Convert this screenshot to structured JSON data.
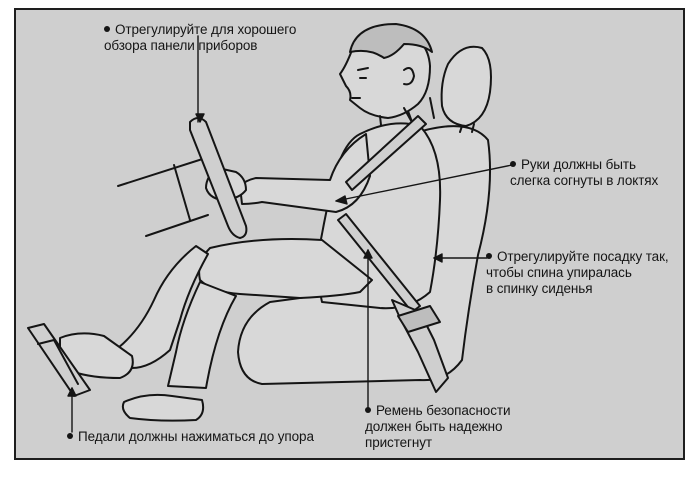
{
  "callouts": {
    "dashboard": "Отрегулируйте для хорошего\nобзора панели приборов",
    "arms": "Руки должны быть\nслегка согнуты в локтях",
    "back": "Отрегулируйте посадку так,\nчтобы спина упиралась\nв спинку сиденья",
    "belt": "Ремень безопасности\nдолжен быть надежно\nпристегнут",
    "pedals": "Педали должны нажиматься до упора"
  },
  "colors": {
    "background": "#cfcfcf",
    "ink": "#151515",
    "figure_fill": "#d8d8d8"
  },
  "icons": [
    "seated-driver",
    "steering-wheel",
    "car-seat",
    "headrest",
    "seat-belt",
    "pedals",
    "callout-arrow"
  ]
}
